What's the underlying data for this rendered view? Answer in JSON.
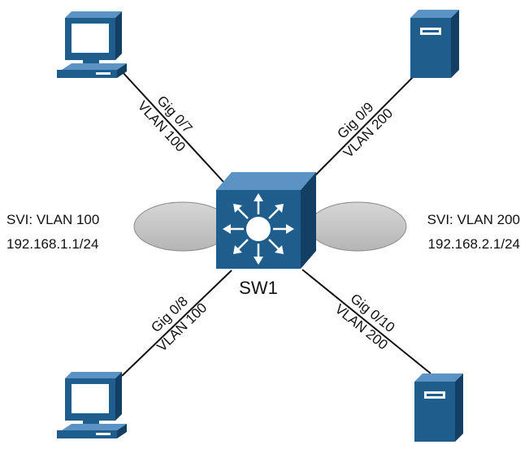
{
  "switch": {
    "name": "SW1"
  },
  "svi_left": {
    "title": "SVI: VLAN 100",
    "address": "192.168.1.1/24"
  },
  "svi_right": {
    "title": "SVI: VLAN 200",
    "address": "192.168.2.1/24"
  },
  "links": {
    "top_left": {
      "port": "Gig 0/7",
      "vlan": "VLAN 100"
    },
    "top_right": {
      "port": "Gig 0/9",
      "vlan": "VLAN 200"
    },
    "bottom_left": {
      "port": "Gig 0/8",
      "vlan": "VLAN 100"
    },
    "bottom_right": {
      "port": "Gig 0/10",
      "vlan": "VLAN 200"
    }
  },
  "colors": {
    "device_blue": "#1f5d8c",
    "device_light": "#5b93c4",
    "device_dark": "#123f63",
    "oval_fill": "#c8c8c8",
    "line": "#111111"
  },
  "icons": [
    "workstation-icon",
    "server-icon",
    "multilayer-switch-icon"
  ]
}
